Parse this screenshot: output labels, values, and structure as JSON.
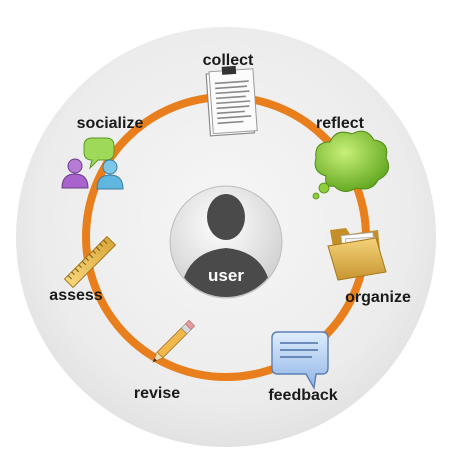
{
  "center": {
    "label": "user"
  },
  "stages": {
    "collect": {
      "label": "collect",
      "icon": "document-icon"
    },
    "reflect": {
      "label": "reflect",
      "icon": "thought-cloud-icon"
    },
    "organize": {
      "label": "organize",
      "icon": "folder-icon"
    },
    "feedback": {
      "label": "feedback",
      "icon": "speech-bubble-icon"
    },
    "revise": {
      "label": "revise",
      "icon": "pencil-icon"
    },
    "assess": {
      "label": "assess",
      "icon": "ruler-icon"
    },
    "socialize": {
      "label": "socialize",
      "icon": "people-chat-icon"
    }
  },
  "colors": {
    "ring": "#e87f1c",
    "disc": "#eeeeee",
    "avatar": "#4a4a4a"
  }
}
